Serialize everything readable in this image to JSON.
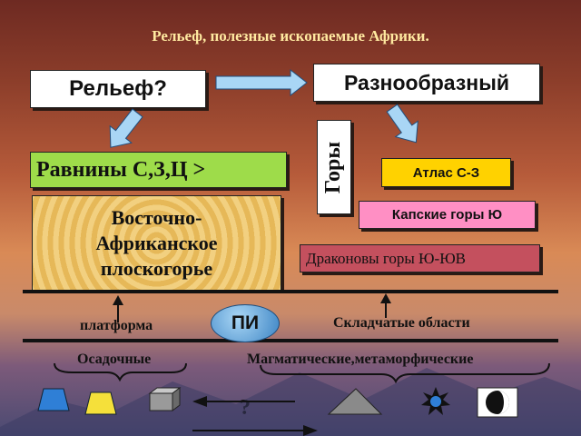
{
  "title": "Рельеф, полезные ископаемые Африки.",
  "relief_question": "Рельеф?",
  "diverse": "Разнообразный",
  "plains": "Равнины С,З,Ц >",
  "plateau": [
    "Восточно-",
    "Африканское",
    "плоскогорье"
  ],
  "mountains": "Горы",
  "atlas": "Атлас С-З",
  "cape": "Капские горы  Ю",
  "drakensberg": "Драконовы горы Ю-ЮВ",
  "platform": "платформа",
  "pi": "ПИ",
  "folded": "Складчатые области",
  "sedimentary": "Осадочные",
  "magmatic": "Магматические,метаморфические",
  "question": "?",
  "colors": {
    "arrow_fill": "#a9d6f5",
    "box_green": "#9edc4a",
    "box_yellow": "#ffd200",
    "box_pink": "#ff8fc4",
    "box_rose": "#c4505e"
  },
  "icons": [
    "trapezoid-blue-icon",
    "trapezoid-yellow-icon",
    "gray-cube-icon",
    "gray-triangle-icon",
    "sun-burst-icon",
    "moon-phase-icon"
  ]
}
